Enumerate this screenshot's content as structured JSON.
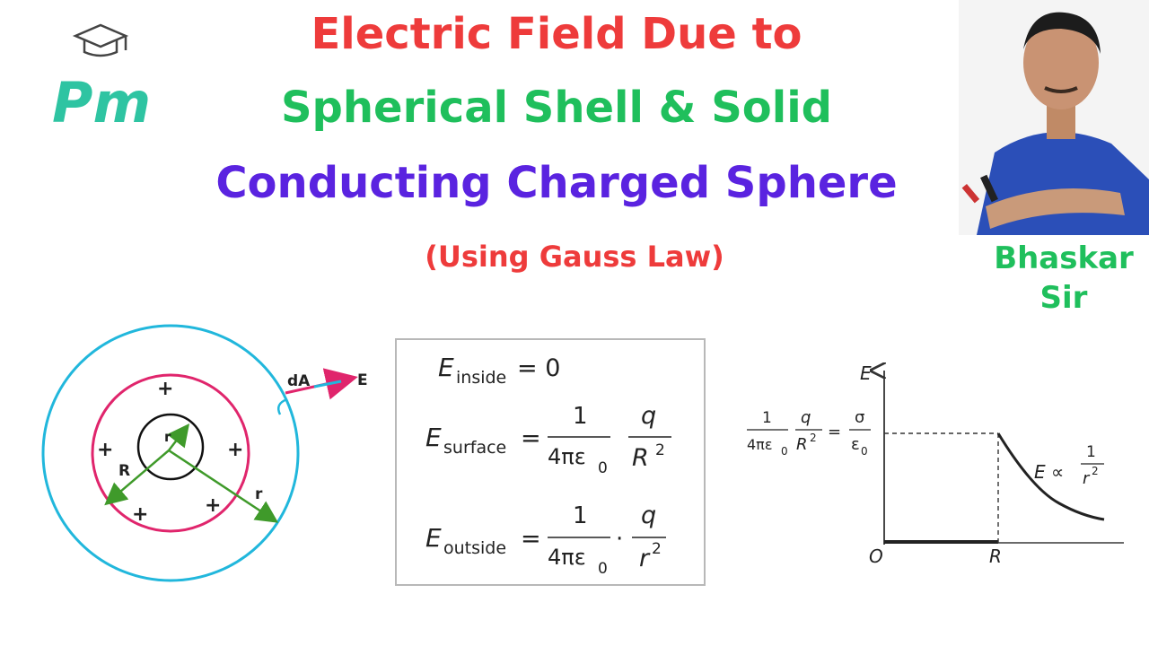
{
  "logo": {
    "text": "Pm",
    "icon": "graduation-cap-icon",
    "color": "#2ec4a2"
  },
  "title": {
    "line1": "Electric Field Due to",
    "line2": "Spherical Shell & Solid",
    "line3": "Conducting Charged Sphere",
    "color1": "#ee3b3b",
    "color2": "#1fbf5c",
    "color3": "#5a23e0"
  },
  "subtitle": {
    "text": "(Using Gauss Law)",
    "color": "#ee3b3b"
  },
  "teacher": {
    "name": "Bhaskar Sir",
    "name_color": "#1fbf5c"
  },
  "diagram": {
    "label_dA": "dA",
    "label_E": "E",
    "label_R": "R",
    "label_r_inner": "r",
    "label_r_outer": "r",
    "plus": "+",
    "gaussian_color": "#21b7dc",
    "sphere_color": "#e0256c",
    "radius_color": "#3f9a2a"
  },
  "formulas": {
    "E": "E",
    "inside_sub": "inside",
    "inside_rhs": "= 0",
    "surface_sub": "surface",
    "outside_sub": "outside",
    "eq": "=",
    "one": "1",
    "four_pi_eps": "4πε",
    "zero": "0",
    "q": "q",
    "R2": "R",
    "r2": "r",
    "sq": "2",
    "dot": "·"
  },
  "graph": {
    "y_label": "E",
    "x_label_origin": "O",
    "x_label_R": "R",
    "surface_lhs_one": "1",
    "surface_lhs_den": "4πε",
    "surface_lhs_q": "q",
    "surface_lhs_R": "R",
    "eq": "=",
    "sigma": "σ",
    "eps0": "ε",
    "zero_sub": "0",
    "curve_label_E": "E ∝",
    "curve_num": "1",
    "curve_den": "r",
    "sq": "2"
  }
}
